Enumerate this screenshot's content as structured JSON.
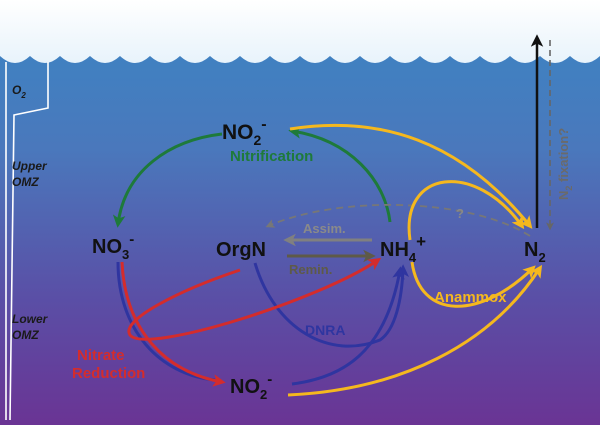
{
  "colors": {
    "nitrification": "#1e7a3a",
    "nitrate_reduction": "#d42c2c",
    "dnra": "#2f35a0",
    "anammox": "#f5b81e",
    "assim": "#808080",
    "remin": "#5e5a48",
    "unknown": "#777777",
    "fixation_up": "#111111",
    "fixation_down": "#666666"
  },
  "surface": {
    "oxygen_label": "O",
    "oxygen_sub": "2"
  },
  "zones": {
    "upper_line1": "Upper",
    "upper_line2": "OMZ",
    "lower_line1": "Lower",
    "lower_line2": "OMZ"
  },
  "nodes": {
    "no2_top": {
      "main": "NO",
      "sub": "2",
      "sup": "-"
    },
    "no3": {
      "main": "NO",
      "sub": "3",
      "sup": "-"
    },
    "orgn": {
      "main": "OrgN"
    },
    "nh4": {
      "main": "NH",
      "sub": "4",
      "sup": "+"
    },
    "n2": {
      "main": "N",
      "sub": "2"
    },
    "no2_bottom": {
      "main": "NO",
      "sub": "2",
      "sup": "-"
    }
  },
  "processes": {
    "nitrification": "Nitrification",
    "assim": "Assim.",
    "remin": "Remin.",
    "unknown": "?",
    "anammox": "Anammox",
    "dnra": "DNRA",
    "nitrate_reduction_line1": "Nitrate",
    "nitrate_reduction_line2": "Reduction",
    "fixation_pre": "N",
    "fixation_sub": "2",
    "fixation_post": " fixation?"
  }
}
